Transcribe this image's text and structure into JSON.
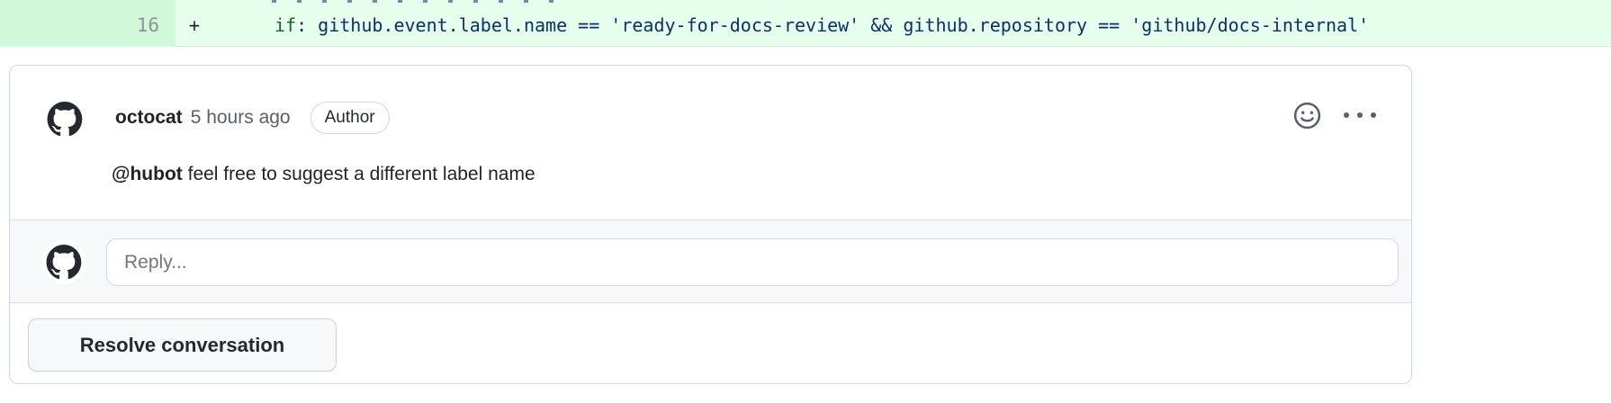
{
  "diff": {
    "line_number": "16",
    "sign": "+",
    "code_keyword": "if",
    "code_rest": ": github.event.label.name == 'ready-for-docs-review' && github.repository == 'github/docs-internal'"
  },
  "comment": {
    "author": "octocat",
    "timestamp": "5 hours ago",
    "author_badge": "Author",
    "mention": "@hubot",
    "body_rest": " feel free to suggest a different label name"
  },
  "reply": {
    "placeholder": "Reply..."
  },
  "actions": {
    "resolve_label": "Resolve conversation"
  },
  "icons": {
    "reaction": "smiley-icon",
    "overflow_menu": "kebab-menu-icon",
    "avatar": "octocat-avatar-icon"
  },
  "colors": {
    "diff_add_line_bg": "#e6ffec",
    "diff_add_gutter_bg": "#d2f8da",
    "code_text": "#0a3069",
    "code_keyword": "#116329",
    "line_number": "#8c959f",
    "card_border": "#d0d7de",
    "muted_text": "#57606a",
    "body_text": "#1f2328",
    "row_bg": "#f6f8fa"
  }
}
